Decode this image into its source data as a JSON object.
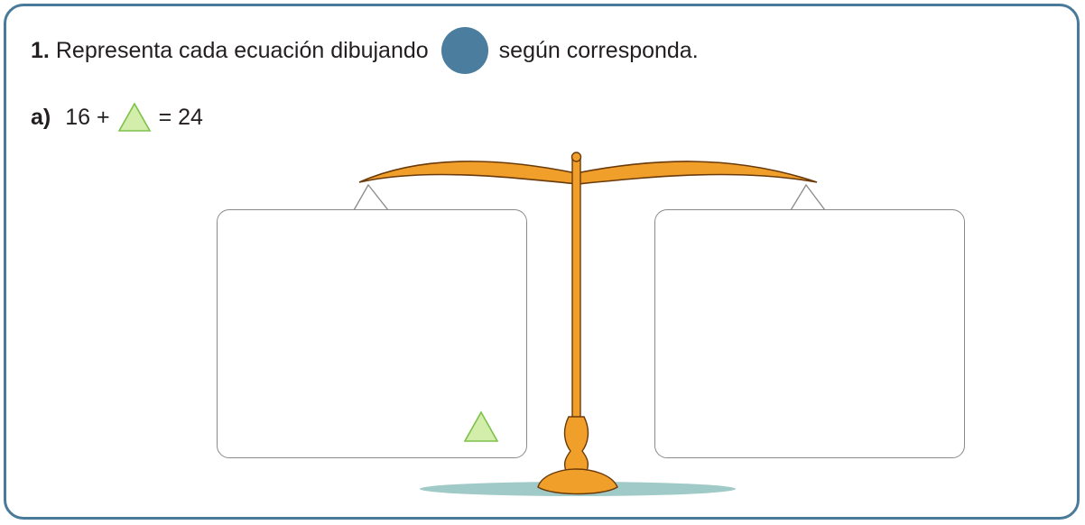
{
  "instruction": {
    "number": "1.",
    "text_before": "Representa cada ecuación dibujando",
    "text_after": "según corresponda.",
    "symbol_icon": "blue-circle"
  },
  "equation": {
    "label": "a)",
    "left_term": "16 +",
    "right_part": "= 24",
    "unknown_icon": "green-triangle"
  },
  "colors": {
    "border": "#4a7a99",
    "circle": "#4b7d9e",
    "triangle_fill": "#d3edaa",
    "triangle_stroke": "#7cc24a",
    "scale_gold": "#f0a02a",
    "shadow": "#7fb8b4"
  },
  "scale": {
    "left_pan_contents": [
      "green-triangle"
    ],
    "right_pan_contents": []
  }
}
